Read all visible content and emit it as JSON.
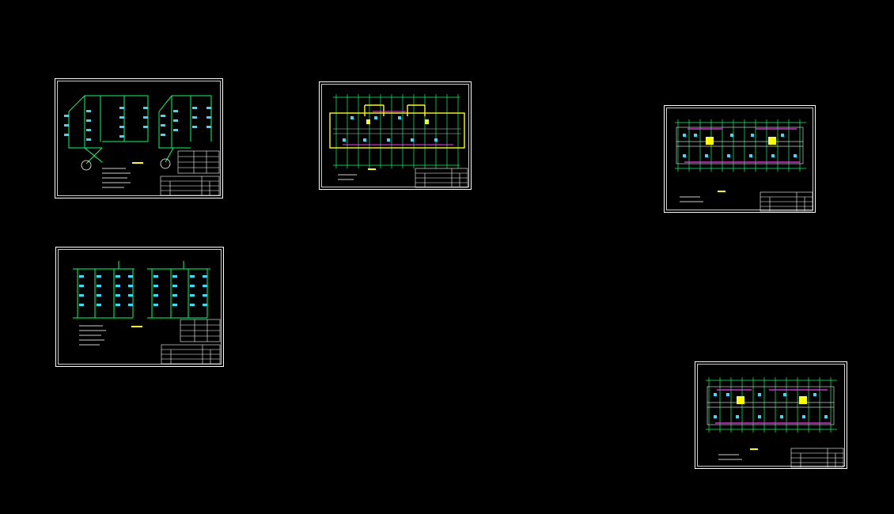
{
  "app": {
    "canvas_background": "#000000"
  },
  "colors": {
    "border": "#ffffff",
    "pipe": "#00ff66",
    "fixture": "#33ddff",
    "accent_magenta": "#ff33ff",
    "accent_yellow": "#ffff00",
    "grid_axis": "#00ff66",
    "text_lines": "#cccccc"
  },
  "sheets": [
    {
      "id": "isometric-system-1",
      "kind": "isometric",
      "label": "drawing-sheet-isometric-1"
    },
    {
      "id": "isometric-system-2",
      "kind": "isometric",
      "label": "drawing-sheet-isometric-2"
    },
    {
      "id": "floor-plan-1",
      "kind": "plan",
      "label": "drawing-sheet-floor-plan-1"
    },
    {
      "id": "floor-plan-2",
      "kind": "plan",
      "label": "drawing-sheet-floor-plan-2"
    },
    {
      "id": "floor-plan-3",
      "kind": "plan",
      "label": "drawing-sheet-floor-plan-3"
    }
  ]
}
